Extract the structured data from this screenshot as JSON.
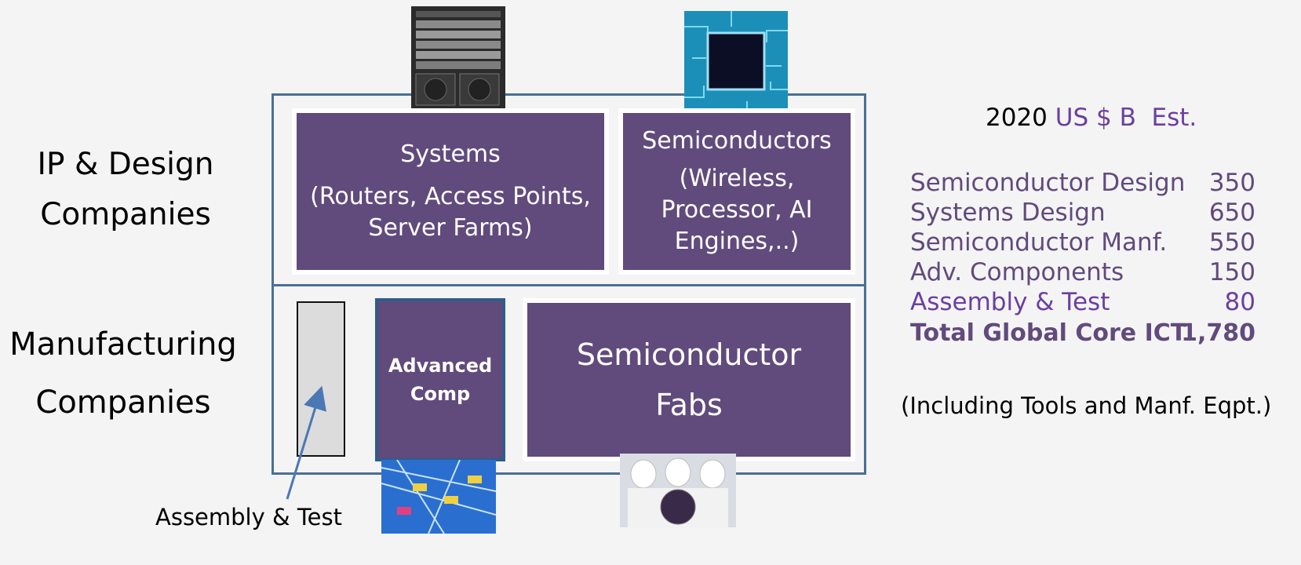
{
  "left_labels": {
    "ip_design_line1": "IP & Design",
    "ip_design_line2": "Companies",
    "manufacturing_line1": "Manufacturing",
    "manufacturing_line2": "Companies"
  },
  "boxes": {
    "systems_title": "Systems",
    "systems_line1": "(Routers, Access Points,",
    "systems_line2": "Server Farms)",
    "semis_title": "Semiconductors",
    "semis_line1": "(Wireless,",
    "semis_line2": "Processor, AI",
    "semis_line3": "Engines,..)",
    "adv_line1": "Advanced",
    "adv_line2": "Comp",
    "fabs_line1": "Semiconductor",
    "fabs_line2": "Fabs"
  },
  "annotation": {
    "assembly_test": "Assembly & Test"
  },
  "table": {
    "year": "2020",
    "unit": "US $ B  Est.",
    "rows": [
      {
        "label": "Semiconductor Design",
        "value": "350"
      },
      {
        "label": "Systems Design",
        "value": "650"
      },
      {
        "label": "Semiconductor Manf.",
        "value": "550"
      },
      {
        "label": "Adv. Components",
        "value": "150"
      },
      {
        "label": "Assembly & Test",
        "value": "80"
      },
      {
        "label": "Total Global Core ICT",
        "value": "1,780"
      }
    ],
    "footnote": "(Including Tools and Manf. Eqpt.)"
  },
  "colors": {
    "box_purple": "#614a7c",
    "frame_blue": "#4a6f96",
    "text_purple": "#6a3fa0",
    "background": "#f4f4f4"
  },
  "images": {
    "top_left": "router-chassis-photo",
    "top_right": "circuit-board-chip-photo",
    "bottom_left": "circuit-assembly-photo",
    "bottom_right": "cleanroom-workers-wafer-photo"
  }
}
